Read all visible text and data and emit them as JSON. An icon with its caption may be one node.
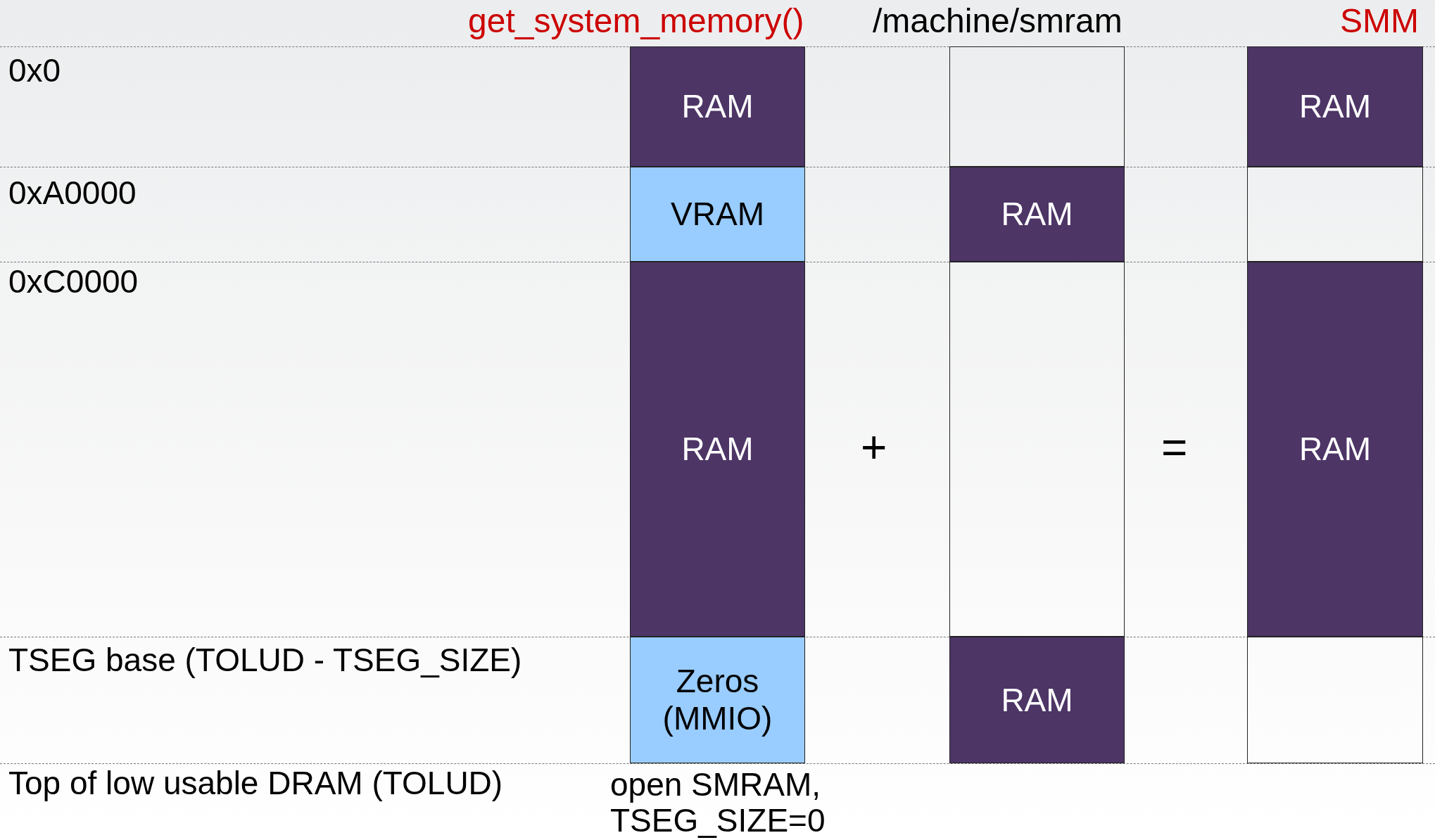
{
  "diagram": {
    "nodes": [
      {
        "text": [
          "RAM"
        ]
      },
      {
        "text": [],
        "shape": "box"
      },
      {
        "text": [
          "RAM"
        ]
      },
      {
        "text": [
          "VRAM"
        ]
      },
      {
        "text": [
          "RAM"
        ]
      },
      {
        "text": [],
        "shape": "box"
      },
      {
        "text": [
          "RAM"
        ]
      },
      {
        "text": [],
        "shape": "box"
      },
      {
        "text": [
          "RAM"
        ]
      },
      {
        "text": [
          "Zeros (MMIO)"
        ]
      },
      {
        "text": [
          "RAM"
        ]
      },
      {
        "text": [],
        "shape": "box"
      }
    ],
    "labels": [
      "get_system_memory()",
      "/machine/smram",
      "SMM",
      "0x0",
      "0xA0000",
      "0xC0000",
      "+",
      "=",
      "TSEG base (TOLUD - TSEG_SIZE)",
      "Top of low usable DRAM (TOLUD)",
      "open SMRAM, TSEG_SIZE=0"
    ]
  }
}
